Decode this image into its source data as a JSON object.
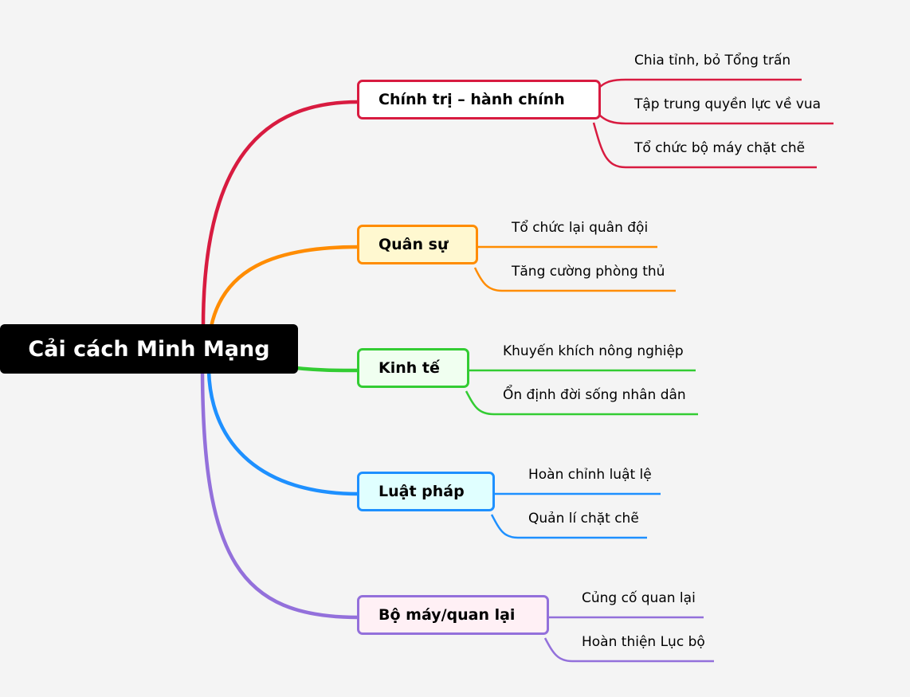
{
  "root": {
    "label": "Cải cách Minh Mạng"
  },
  "branches": [
    {
      "label": "Chính trị – hành chính",
      "color": "#d81b40",
      "fill": "#ffffff",
      "children": [
        "Chia tỉnh, bỏ Tổng trấn",
        "Tập trung quyền lực về vua",
        "Tổ chức bộ máy chặt chẽ"
      ]
    },
    {
      "label": "Quân sự",
      "color": "#ff8c00",
      "fill": "#fff8d0",
      "children": [
        "Tổ chức lại quân đội",
        "Tăng cường phòng thủ"
      ]
    },
    {
      "label": "Kinh tế",
      "color": "#33cc33",
      "fill": "#f0fff0",
      "children": [
        "Khuyến khích nông nghiệp",
        "Ổn định đời sống nhân dân"
      ]
    },
    {
      "label": "Luật pháp",
      "color": "#1e90ff",
      "fill": "#e0ffff",
      "children": [
        "Hoàn chỉnh luật lệ",
        "Quản lí chặt chẽ"
      ]
    },
    {
      "label": "Bộ máy/quan lại",
      "color": "#9370db",
      "fill": "#fff0f5",
      "children": [
        "Củng cố quan lại",
        "Hoàn thiện Lục bộ"
      ]
    }
  ]
}
